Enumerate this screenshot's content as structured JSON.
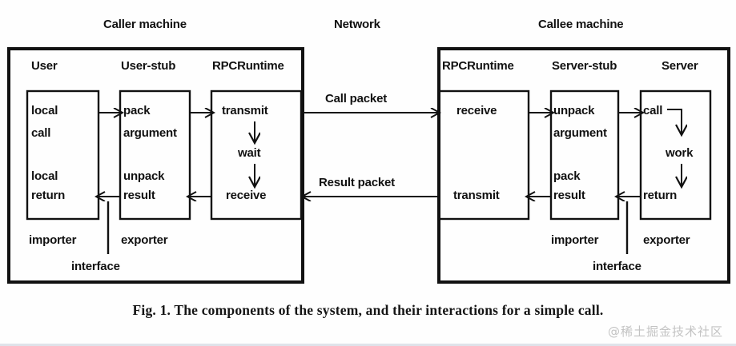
{
  "figure": {
    "caption": "Fig. 1.   The components of the system, and their interactions for a simple call.",
    "watermark": "@稀土掘金技术社区"
  },
  "headers": {
    "caller_machine": "Caller machine",
    "network": "Network",
    "callee_machine": "Callee machine"
  },
  "caller": {
    "columns": [
      {
        "title": "User",
        "steps": [
          "local",
          "call",
          "local",
          "return"
        ]
      },
      {
        "title": "User-stub",
        "steps": [
          "pack",
          "argument",
          "unpack",
          "result"
        ]
      },
      {
        "title": "RPCRuntime",
        "steps": [
          "transmit",
          "wait",
          "receive"
        ]
      }
    ],
    "roles": {
      "importer": "importer",
      "exporter": "exporter",
      "interface": "interface"
    }
  },
  "callee": {
    "columns": [
      {
        "title": "RPCRuntime",
        "steps": [
          "receive",
          "transmit"
        ]
      },
      {
        "title": "Server-stub",
        "steps": [
          "unpack",
          "argument",
          "pack",
          "result"
        ]
      },
      {
        "title": "Server",
        "steps": [
          "call",
          "work",
          "return"
        ]
      }
    ],
    "roles": {
      "importer": "importer",
      "exporter": "exporter",
      "interface": "interface"
    }
  },
  "network": {
    "call_packet": "Call packet",
    "result_packet": "Result packet"
  },
  "colors": {
    "ink": "#111111",
    "paper": "#fefefe",
    "watermark": "#c3c3c3"
  }
}
